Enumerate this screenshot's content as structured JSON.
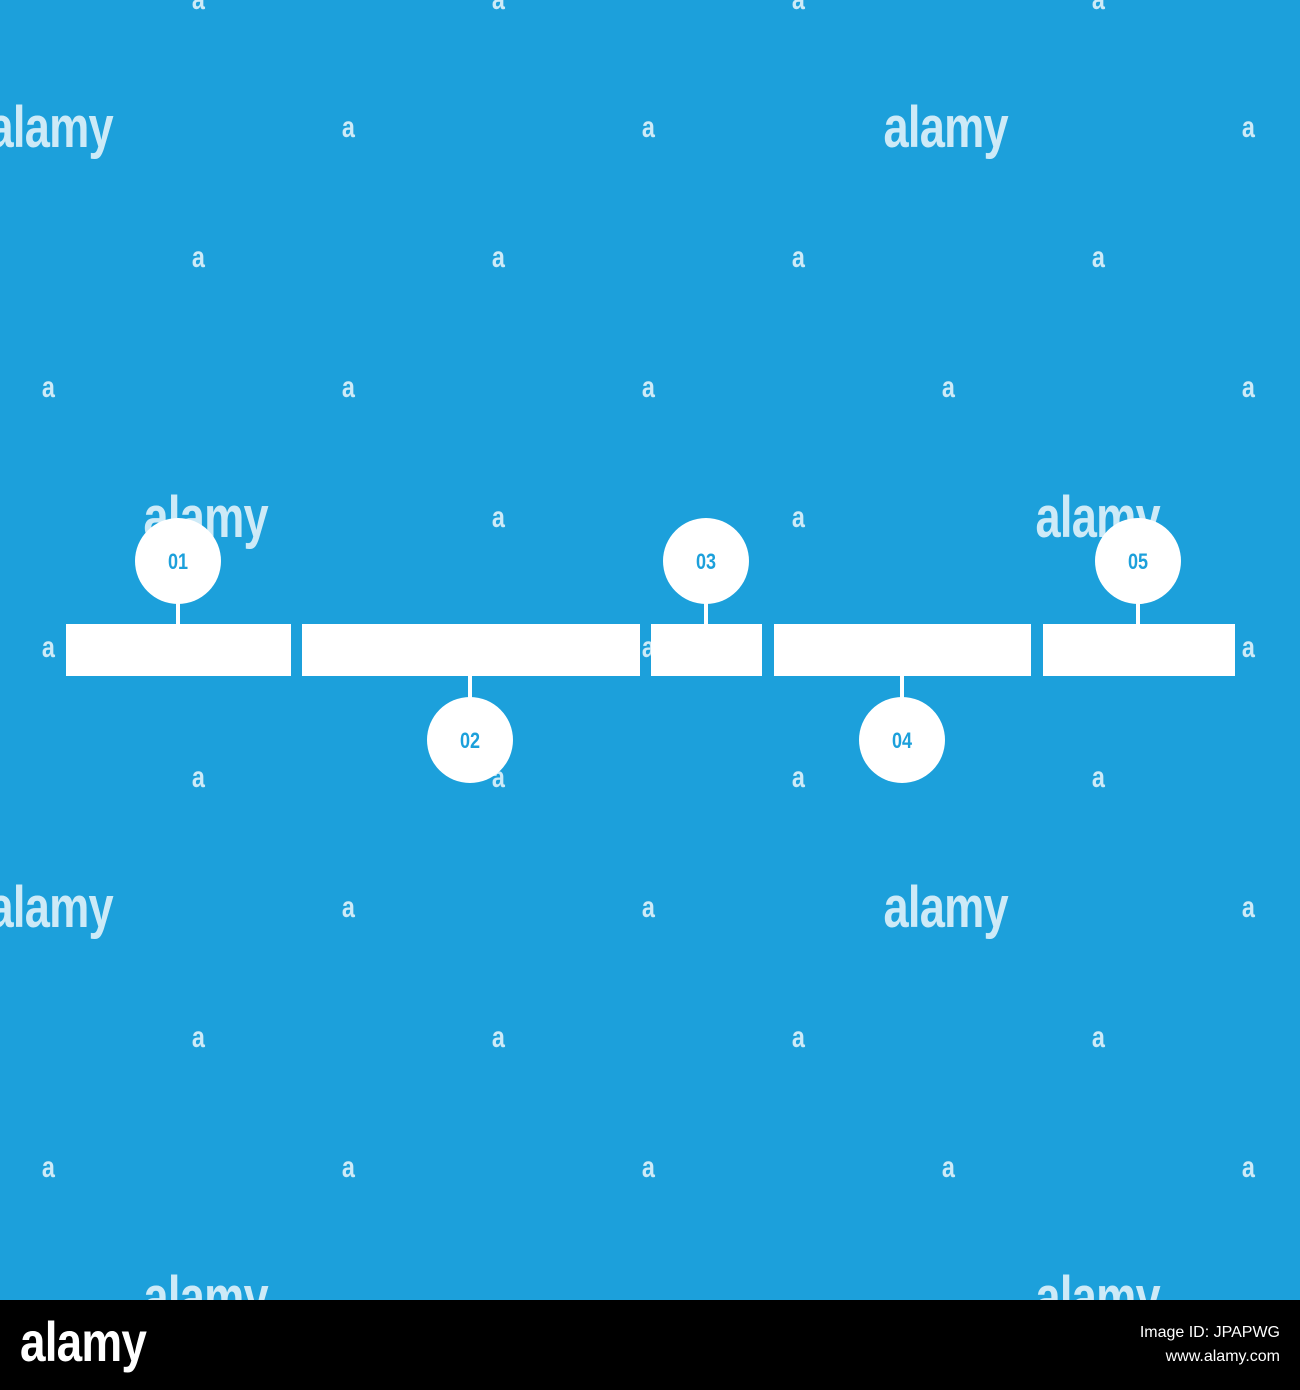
{
  "colors": {
    "background": "#1ca0db",
    "shape": "#ffffff",
    "label_text": "#1ca0db",
    "footer_background": "#000000",
    "footer_text": "#ffffff"
  },
  "timeline": {
    "segments": 5,
    "steps": [
      {
        "label": "01",
        "side": "above"
      },
      {
        "label": "02",
        "side": "below"
      },
      {
        "label": "03",
        "side": "above"
      },
      {
        "label": "04",
        "side": "below"
      },
      {
        "label": "05",
        "side": "above"
      }
    ]
  },
  "watermark": {
    "word": "alamy",
    "letter": "a"
  },
  "footer": {
    "logo": "alamy",
    "image_id": "Image ID: JPAPWG",
    "url": "www.alamy.com"
  }
}
